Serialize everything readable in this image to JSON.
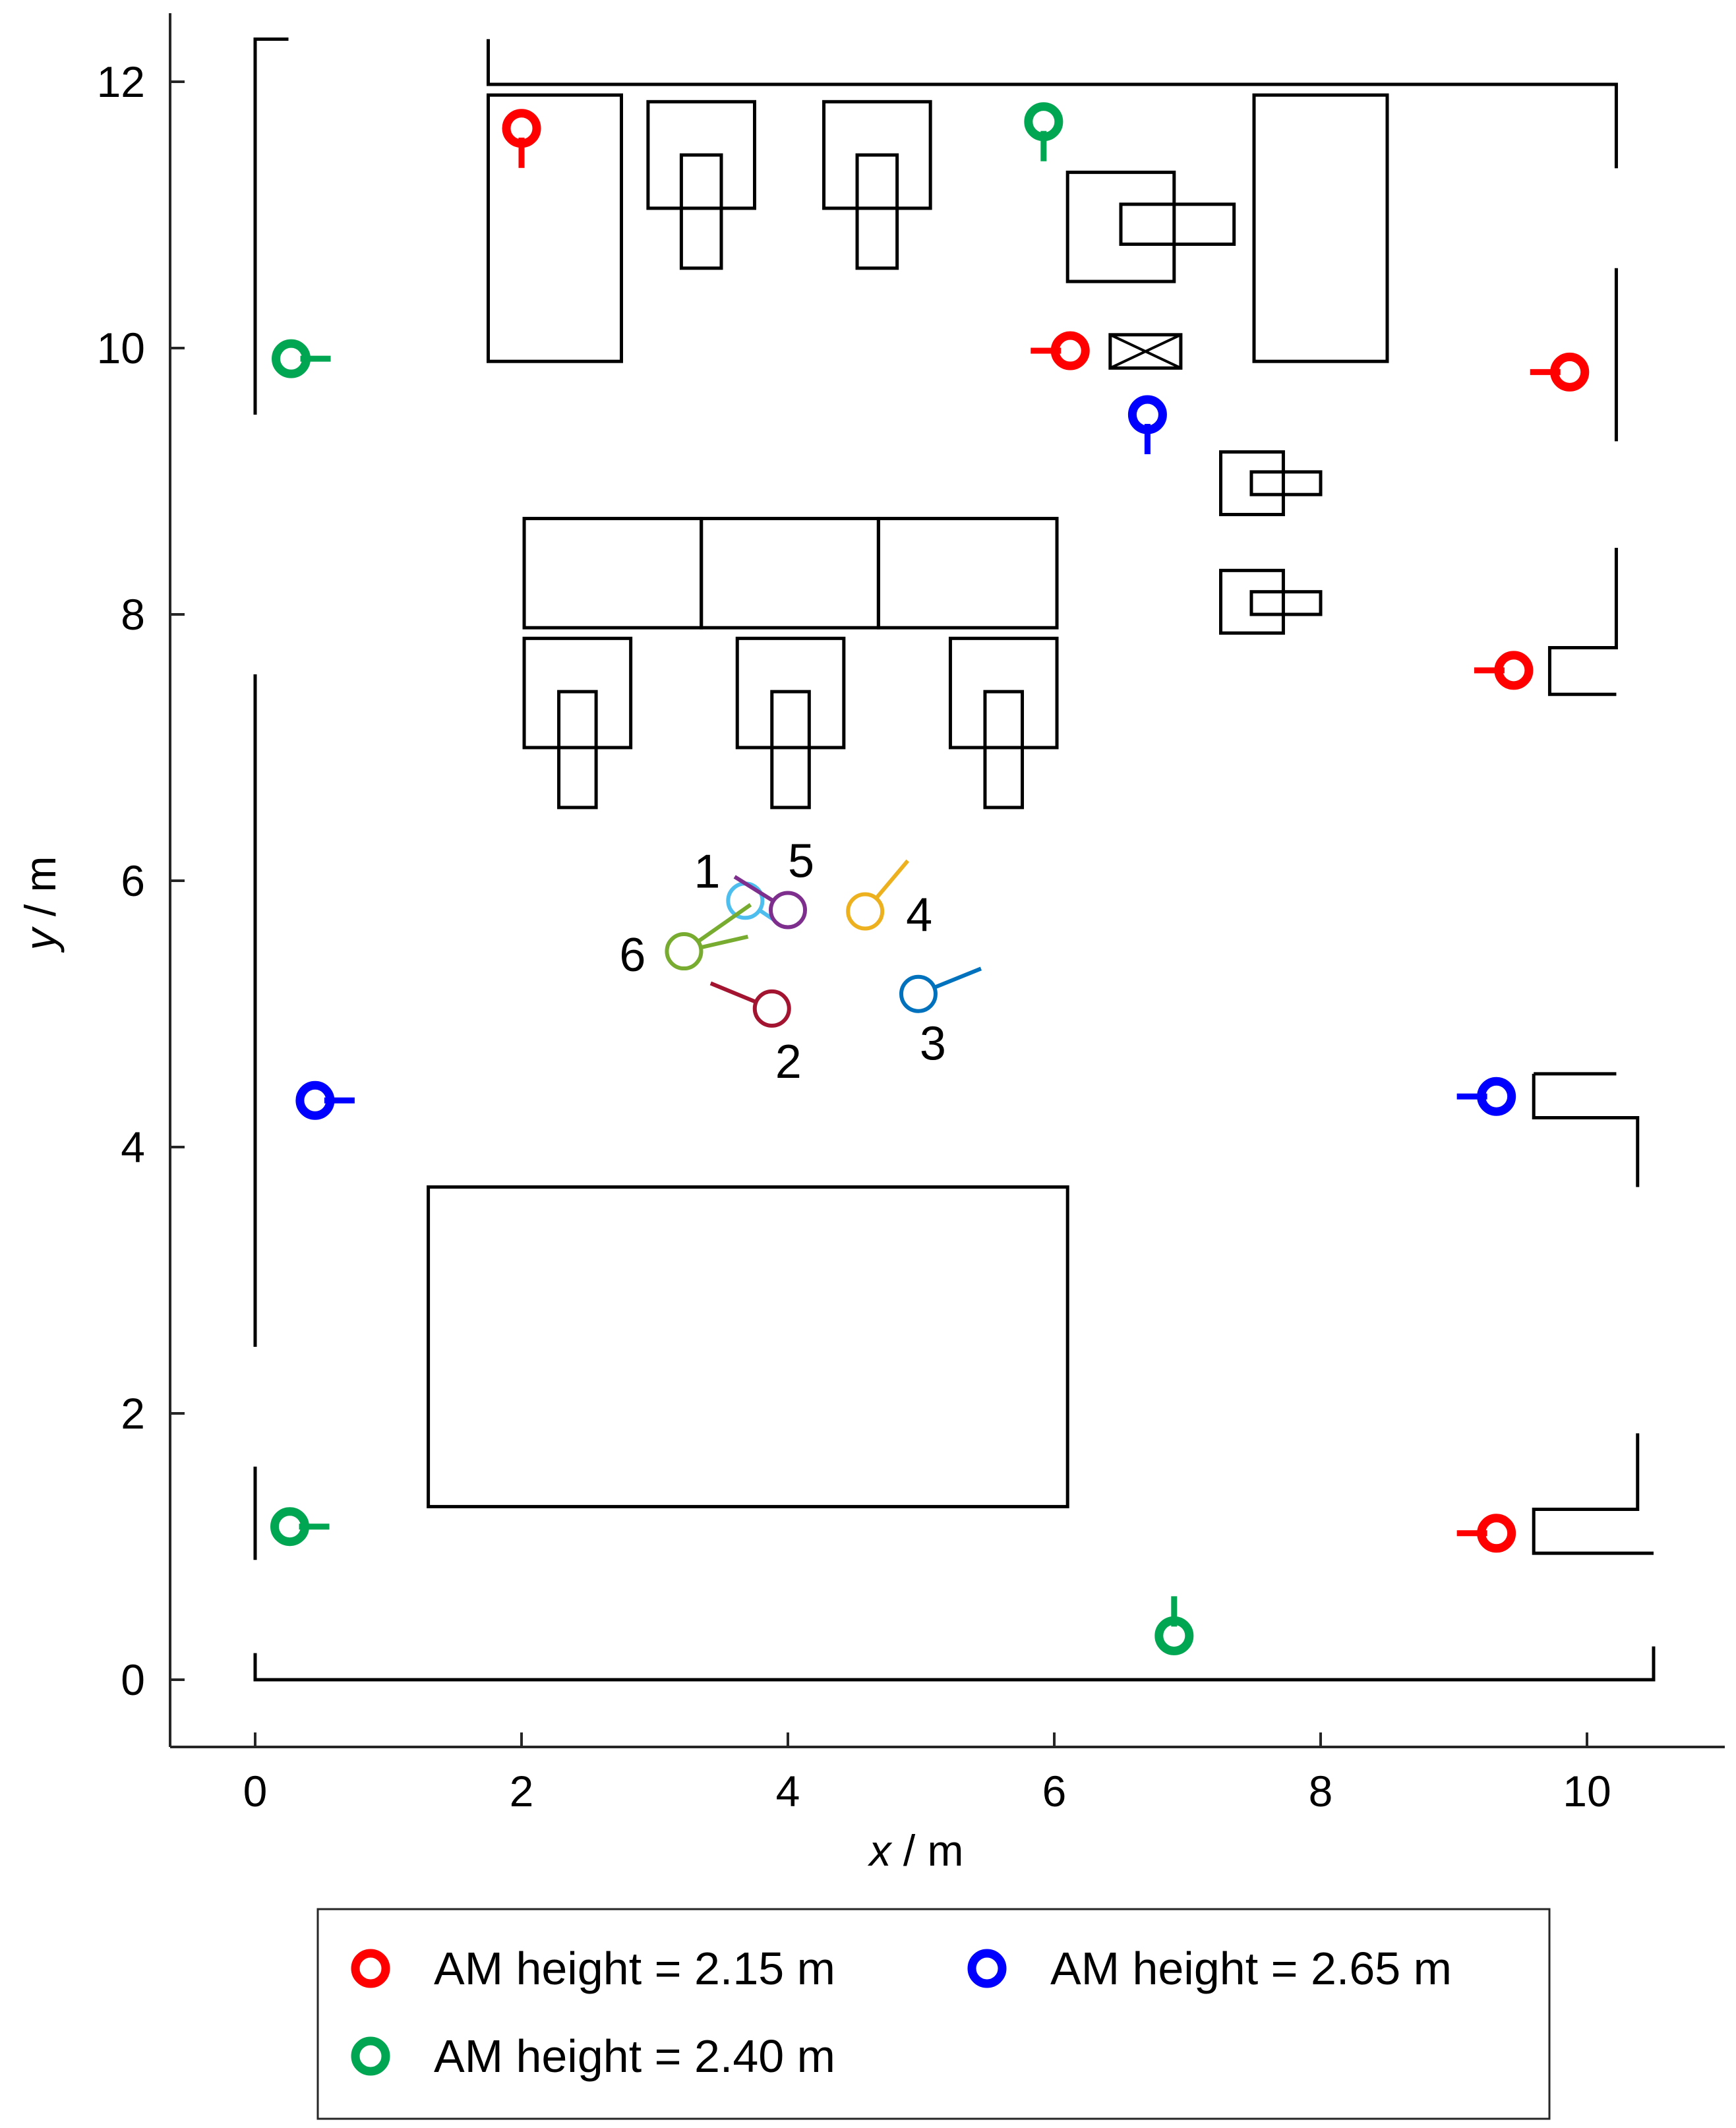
{
  "chart_data": {
    "type": "scatter",
    "title": "",
    "xlabel_var": "x",
    "xlabel_unit": " / m",
    "ylabel_var": "y",
    "ylabel_unit": " / m",
    "xlim": [
      -0.65,
      11.0
    ],
    "ylim": [
      -0.5,
      12.5
    ],
    "x_ticks": [
      0,
      2,
      4,
      6,
      8,
      10
    ],
    "y_ticks": [
      0,
      2,
      4,
      6,
      8,
      10,
      12
    ],
    "grid": false,
    "legend_position": "bottom",
    "series": [
      {
        "name": "AM height = 2.15 m",
        "color": "#ff0000",
        "points": [
          {
            "x": 2.0,
            "y": 11.65,
            "dir": "down"
          },
          {
            "x": 6.12,
            "y": 9.98,
            "dir": "left"
          },
          {
            "x": 9.87,
            "y": 9.82,
            "dir": "left"
          },
          {
            "x": 9.45,
            "y": 7.58,
            "dir": "left"
          },
          {
            "x": 9.32,
            "y": 1.1,
            "dir": "left"
          }
        ]
      },
      {
        "name": "AM height = 2.65 m",
        "color": "#0000ff",
        "points": [
          {
            "x": 6.7,
            "y": 9.5,
            "dir": "down"
          },
          {
            "x": 0.45,
            "y": 4.35,
            "dir": "right"
          },
          {
            "x": 9.32,
            "y": 4.38,
            "dir": "left"
          }
        ]
      },
      {
        "name": "AM height = 2.40 m",
        "color": "#00a651",
        "points": [
          {
            "x": 5.92,
            "y": 11.7,
            "dir": "down"
          },
          {
            "x": 0.27,
            "y": 9.92,
            "dir": "right"
          },
          {
            "x": 0.26,
            "y": 1.15,
            "dir": "right"
          },
          {
            "x": 6.9,
            "y": 0.33,
            "dir": "up"
          }
        ]
      }
    ],
    "sources": [
      {
        "label": "1",
        "x": 3.68,
        "y": 5.85,
        "x2": 3.98,
        "y2": 5.65,
        "color": "#4dbeee"
      },
      {
        "label": "2",
        "x": 3.88,
        "y": 5.04,
        "x2": 3.42,
        "y2": 5.23,
        "color": "#a2142f"
      },
      {
        "label": "3",
        "x": 4.98,
        "y": 5.15,
        "x2": 5.45,
        "y2": 5.34,
        "color": "#0072bd"
      },
      {
        "label": "4",
        "x": 4.58,
        "y": 5.77,
        "x2": 4.9,
        "y2": 6.15,
        "color": "#edb120"
      },
      {
        "label": "5",
        "x": 4.0,
        "y": 5.78,
        "x2": 3.6,
        "y2": 6.03,
        "color": "#7e2f8e"
      },
      {
        "label": "6",
        "x": 3.22,
        "y": 5.47,
        "x2": 3.72,
        "y2": 5.82,
        "x3": 3.7,
        "y3": 5.58,
        "color": "#77ac30"
      }
    ],
    "legend": [
      {
        "label": "AM height = 2.15 m",
        "color": "#ff0000"
      },
      {
        "label": "AM height = 2.65 m",
        "color": "#0000ff"
      },
      {
        "label": "AM height = 2.40 m",
        "color": "#00a651"
      }
    ],
    "floor_plan": {
      "polylines": [
        [
          [
            0.25,
            12.32
          ],
          [
            0,
            12.32
          ],
          [
            0,
            9.5
          ]
        ],
        [
          [
            1.75,
            12.32
          ],
          [
            1.75,
            11.98
          ],
          [
            10.22,
            11.98
          ],
          [
            10.22,
            11.35
          ]
        ],
        [
          [
            10.22,
            10.6
          ],
          [
            10.22,
            9.3
          ]
        ],
        [
          [
            0,
            7.55
          ],
          [
            0,
            2.5
          ]
        ],
        [
          [
            0,
            1.6
          ],
          [
            0,
            0.9
          ]
        ],
        [
          [
            0,
            0.2
          ],
          [
            0,
            0
          ],
          [
            10.5,
            0
          ],
          [
            10.5,
            0.25
          ]
        ],
        [
          [
            10.22,
            8.5
          ],
          [
            10.22,
            7.75
          ],
          [
            9.72,
            7.75
          ],
          [
            9.72,
            7.4
          ],
          [
            10.22,
            7.4
          ]
        ],
        [
          [
            9.6,
            4.55
          ],
          [
            10.22,
            4.55
          ]
        ],
        [
          [
            9.6,
            4.55
          ],
          [
            9.6,
            4.22
          ],
          [
            10.38,
            4.22
          ],
          [
            10.38,
            3.7
          ]
        ],
        [
          [
            10.38,
            1.85
          ],
          [
            10.38,
            1.28
          ],
          [
            9.6,
            1.28
          ],
          [
            9.6,
            0.95
          ],
          [
            10.5,
            0.95
          ]
        ]
      ],
      "rects": [
        [
          1.75,
          9.9,
          2.75,
          11.9
        ],
        [
          7.5,
          9.9,
          8.5,
          11.9
        ],
        [
          2.95,
          11.05,
          3.75,
          11.85
        ],
        [
          3.2,
          10.6,
          3.5,
          11.45
        ],
        [
          4.27,
          11.05,
          5.07,
          11.85
        ],
        [
          4.52,
          10.6,
          4.82,
          11.45
        ],
        [
          6.1,
          10.5,
          6.9,
          11.32
        ],
        [
          6.5,
          10.78,
          7.35,
          11.08
        ],
        [
          6.42,
          9.85,
          6.95,
          10.1
        ],
        [
          2.02,
          7.9,
          3.35,
          8.72
        ],
        [
          3.35,
          7.9,
          4.68,
          8.72
        ],
        [
          4.68,
          7.9,
          6.02,
          8.72
        ],
        [
          2.02,
          7.0,
          2.82,
          7.82
        ],
        [
          2.28,
          6.55,
          2.56,
          7.42
        ],
        [
          3.62,
          7.0,
          4.42,
          7.82
        ],
        [
          3.88,
          6.55,
          4.16,
          7.42
        ],
        [
          5.22,
          7.0,
          6.02,
          7.82
        ],
        [
          5.48,
          6.55,
          5.76,
          7.42
        ],
        [
          7.25,
          8.75,
          7.72,
          9.22
        ],
        [
          7.48,
          8.9,
          8.0,
          9.07
        ],
        [
          7.25,
          7.86,
          7.72,
          8.33
        ],
        [
          7.48,
          8.0,
          8.0,
          8.17
        ],
        [
          1.3,
          1.3,
          6.1,
          3.7
        ]
      ],
      "crossed_rect": [
        6.42,
        9.85,
        6.95,
        10.1
      ]
    }
  }
}
